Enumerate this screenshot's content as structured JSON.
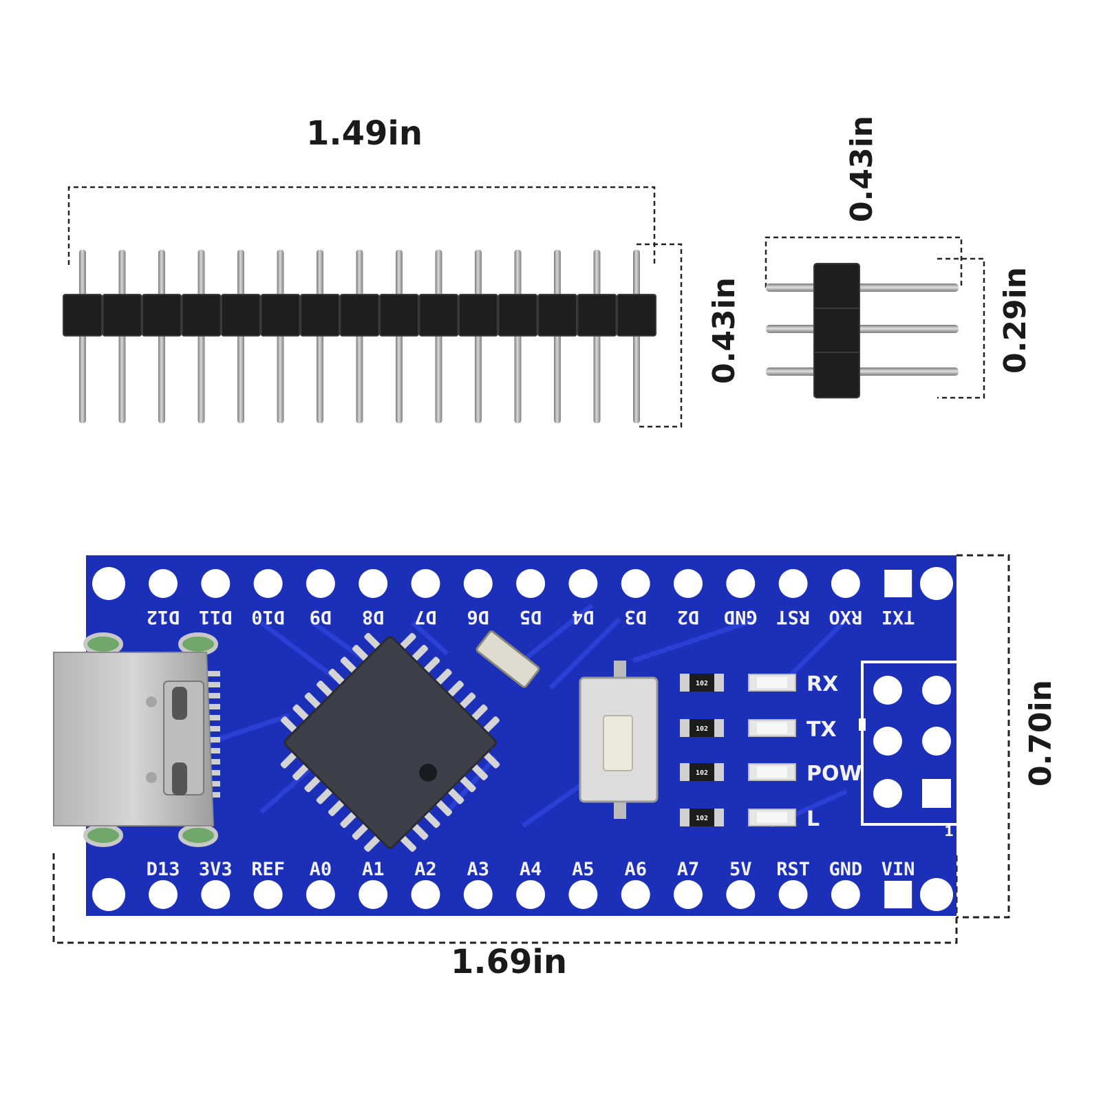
{
  "dimensions": {
    "long_header_length": "1.49in",
    "long_header_height": "0.43in",
    "right_angle_header_width": "0.43in",
    "right_angle_header_height": "0.29in",
    "board_length": "1.69in",
    "board_width": "0.70in"
  },
  "board": {
    "top_pins": [
      "D12",
      "D11",
      "D10",
      "D9",
      "D8",
      "D7",
      "D6",
      "D5",
      "D4",
      "D3",
      "D2",
      "GND",
      "RST",
      "RXO",
      "TXI"
    ],
    "bottom_pins": [
      "D13",
      "3V3",
      "REF",
      "A0",
      "A1",
      "A2",
      "A3",
      "A4",
      "A5",
      "A6",
      "A7",
      "5V",
      "RST",
      "GND",
      "VIN"
    ],
    "leds": [
      "RX",
      "TX",
      "POW",
      "L"
    ],
    "resistor_codes": [
      "102",
      "102",
      "102",
      "102"
    ],
    "icsp_pin1_label": "1"
  },
  "colors": {
    "pcb_blue": "#1c2fb8",
    "pcb_trace": "#2a3fd0",
    "header_black": "#1e1e1e",
    "pin_silver": "#a9a9a9"
  }
}
